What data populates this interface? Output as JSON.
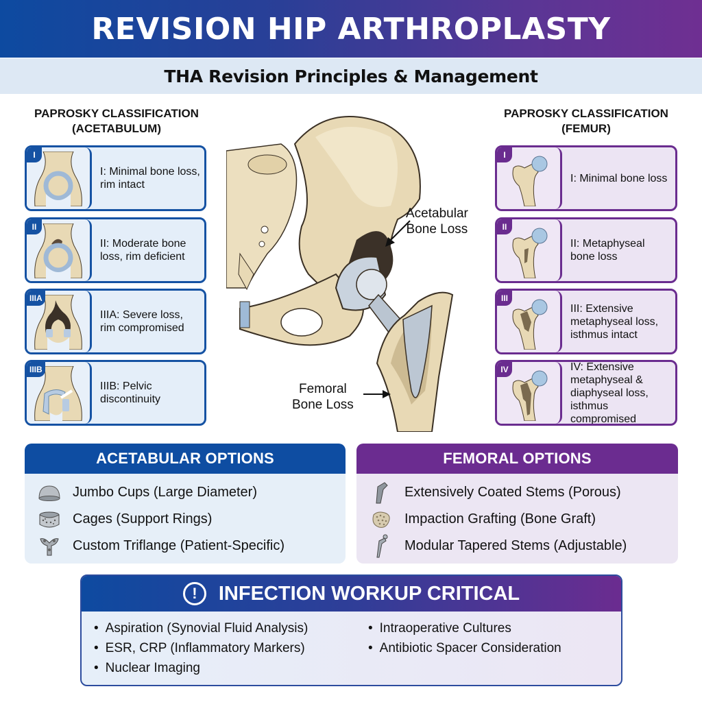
{
  "header": {
    "title": "REVISION HIP ARTHROPLASTY",
    "subtitle": "THA Revision Principles & Management"
  },
  "acetabulum_classification": {
    "heading_line1": "PAPROSKY CLASSIFICATION",
    "heading_line2": "(ACETABULUM)",
    "items": [
      {
        "badge": "I",
        "description": "I: Minimal bone loss, rim intact"
      },
      {
        "badge": "II",
        "description": "II: Moderate bone loss, rim deficient"
      },
      {
        "badge": "IIIA",
        "description": "IIIA: Severe loss, rim compromised"
      },
      {
        "badge": "IIIB",
        "description": "IIIB: Pelvic discontinuity"
      }
    ]
  },
  "femur_classification": {
    "heading_line1": "PAPROSKY CLASSIFICATION",
    "heading_line2": "(FEMUR)",
    "items": [
      {
        "badge": "I",
        "description": "I: Minimal bone loss"
      },
      {
        "badge": "II",
        "description": "II: Metaphyseal bone loss"
      },
      {
        "badge": "III",
        "description": "III: Extensive metaphyseal loss, isthmus intact"
      },
      {
        "badge": "IV",
        "description": "IV: Extensive metaphyseal & diaphyseal loss, isthmus compromised"
      }
    ]
  },
  "illustration": {
    "callout_acetabular_line1": "Acetabular",
    "callout_acetabular_line2": "Bone Loss",
    "callout_femoral_line1": "Femoral",
    "callout_femoral_line2": "Bone Loss"
  },
  "acetabular_options": {
    "heading": "ACETABULAR OPTIONS",
    "items": [
      {
        "icon": "jumbo-cup-icon",
        "label": "Jumbo Cups (Large Diameter)"
      },
      {
        "icon": "cage-ring-icon",
        "label": "Cages (Support Rings)"
      },
      {
        "icon": "triflange-icon",
        "label": "Custom Triflange (Patient-Specific)"
      }
    ]
  },
  "femoral_options": {
    "heading": "FEMORAL OPTIONS",
    "items": [
      {
        "icon": "coated-stem-icon",
        "label": "Extensively Coated Stems (Porous)"
      },
      {
        "icon": "bone-graft-icon",
        "label": "Impaction Grafting (Bone Graft)"
      },
      {
        "icon": "modular-stem-icon",
        "label": "Modular Tapered Stems (Adjustable)"
      }
    ]
  },
  "infection_workup": {
    "icon": "alert-icon",
    "heading": "INFECTION WORKUP CRITICAL",
    "column1": [
      "Aspiration (Synovial Fluid Analysis)",
      "ESR, CRP (Inflammatory Markers)",
      "Nuclear Imaging"
    ],
    "column2": [
      "Intraoperative Cultures",
      "Antibiotic Spacer Consideration"
    ]
  },
  "colors": {
    "blue_accent": "#0e4da2",
    "purple_accent": "#6b2c90",
    "bone": "#e8d9b5",
    "implant": "#c9d3de",
    "bone_loss": "#3b3128"
  }
}
